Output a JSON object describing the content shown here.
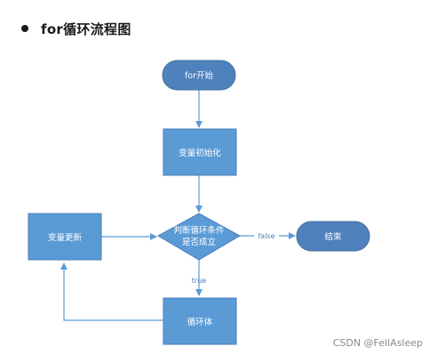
{
  "heading": {
    "title": "for循环流程图"
  },
  "nodes": {
    "start": "for开始",
    "init": "变量初始化",
    "condition_line1": "判断循环条件",
    "condition_line2": "是否成立",
    "update": "变量更新",
    "body": "循环体",
    "end": "结束"
  },
  "edges": {
    "false_label": "false",
    "true_label": "true"
  },
  "watermark": "CSDN @FellAsleep",
  "colors": {
    "node_fill": "#5b9bd5",
    "node_stroke": "#4a7ebb",
    "terminal_fill": "#4f81bd",
    "edge": "#5b9bd5"
  }
}
